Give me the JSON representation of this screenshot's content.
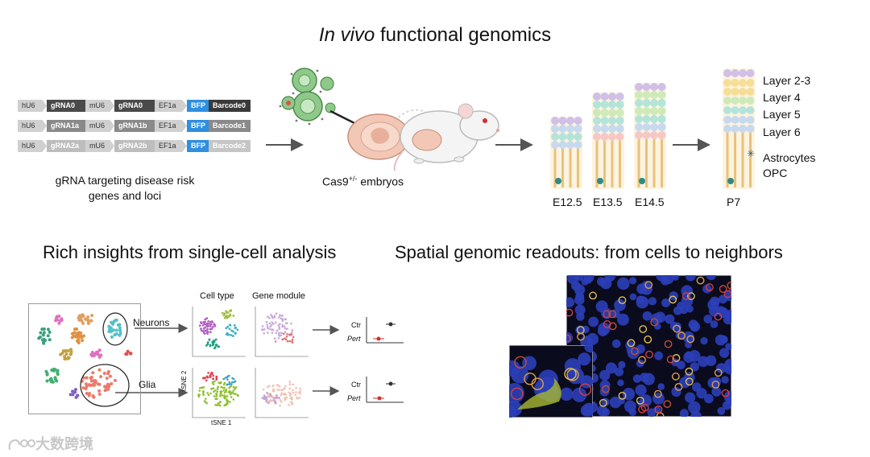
{
  "top": {
    "title_italic": "In vivo",
    "title_rest": " functional genomics"
  },
  "constructs": {
    "rows": [
      {
        "p1": "hU6",
        "g1": "gRNA0",
        "p2": "mU6",
        "g2": "gRNA0",
        "p3": "EF1a",
        "bfp": "BFP",
        "bc": "Barcode0"
      },
      {
        "p1": "hU6",
        "g1": "gRNA1a",
        "p2": "mU6",
        "g2": "gRNA1b",
        "p3": "EF1a",
        "bfp": "BFP",
        "bc": "Barcode1"
      },
      {
        "p1": "hU6",
        "g1": "gRNA2a",
        "p2": "mU6",
        "g2": "gRNA2b",
        "p3": "EF1a",
        "bfp": "BFP",
        "bc": "Barcode2"
      }
    ],
    "caption_line1": "gRNA targeting disease risk",
    "caption_line2": "genes and loci"
  },
  "embryo": {
    "caption_prefix": "Cas9",
    "caption_sup": "+/-",
    "caption_suffix": " embryos"
  },
  "stages": {
    "labels": [
      "E12.5",
      "E13.5",
      "E14.5"
    ],
    "final_label": "P7",
    "layers": [
      "Layer 2-3",
      "Layer 4",
      "Layer 5",
      "Layer 6"
    ],
    "astrocytes": "Astrocytes",
    "opc": "OPC"
  },
  "single_cell": {
    "title": "Rich insights from single-cell analysis",
    "neurons": "Neurons",
    "glia": "Glia",
    "cell_type": "Cell type",
    "gene_module": "Gene module",
    "tsne1": "tSNE 1",
    "tsne2": "tSNE 2",
    "ctr": "Ctr",
    "pert": "Pert"
  },
  "spatial": {
    "title": "Spatial genomic readouts: from cells to neighbors"
  },
  "watermark": "大数跨境",
  "colors": {
    "bfp": "#2f8fe0",
    "arrow": "#555555",
    "ctr_dot": "#333333",
    "pert_dot": "#d0312d",
    "microscopy_bg": "#0b0b1e",
    "nuclei": "#2b3fb8"
  }
}
